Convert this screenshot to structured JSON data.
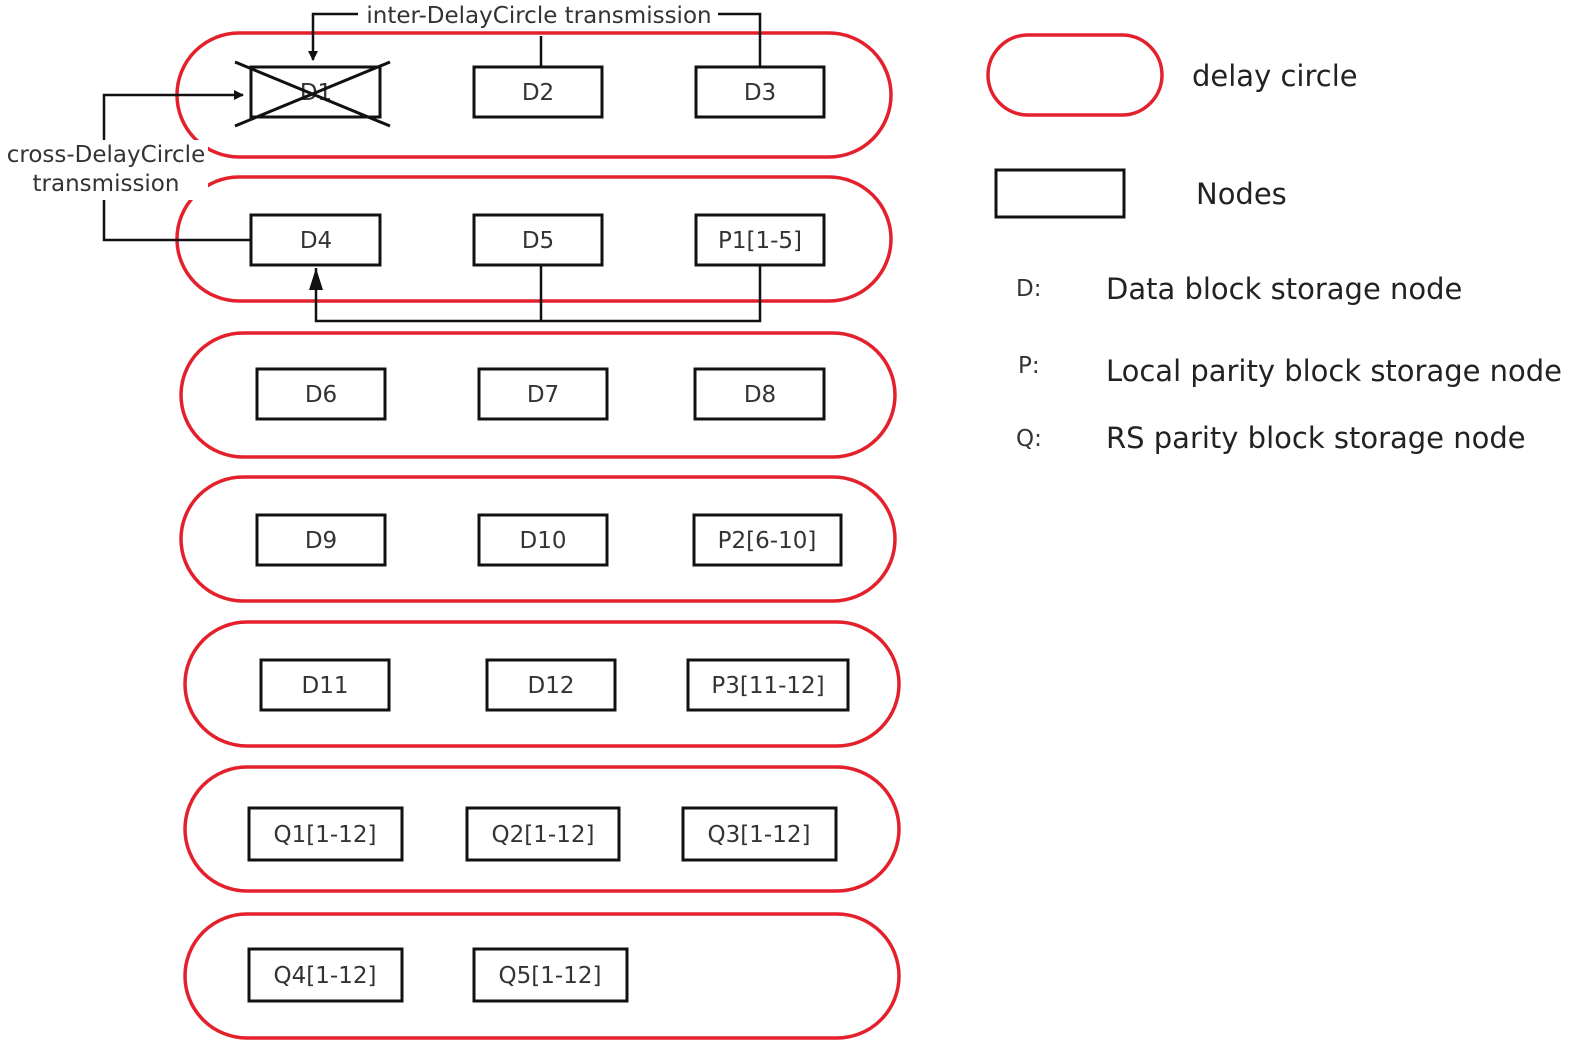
{
  "diagram": {
    "delay_circles": [
      {
        "nodes": [
          "D1",
          "D2",
          "D3"
        ]
      },
      {
        "nodes": [
          "D4",
          "D5",
          "P1[1-5]"
        ]
      },
      {
        "nodes": [
          "D6",
          "D7",
          "D8"
        ]
      },
      {
        "nodes": [
          "D9",
          "D10",
          "P2[6-10]"
        ]
      },
      {
        "nodes": [
          "D11",
          "D12",
          "P3[11-12]"
        ]
      },
      {
        "nodes": [
          "Q1[1-12]",
          "Q2[1-12]",
          "Q3[1-12]"
        ]
      },
      {
        "nodes": [
          "Q4[1-12]",
          "Q5[1-12]"
        ]
      }
    ],
    "failed_node": "D1",
    "inter_label": "inter-DelayCircle transmission",
    "cross_label_line1": "cross-DelayCircle",
    "cross_label_line2": "transmission"
  },
  "legend": {
    "delay_circle_label": "delay circle",
    "nodes_label": "Nodes",
    "entries": [
      {
        "key": "D:",
        "description": "Data block storage node"
      },
      {
        "key": "P:",
        "description": "Local parity block storage node"
      },
      {
        "key": "Q:",
        "description": "RS parity block storage node"
      }
    ]
  },
  "colors": {
    "delay_circle_stroke": "#e3202b",
    "node_stroke": "#111111",
    "text": "#333333"
  }
}
